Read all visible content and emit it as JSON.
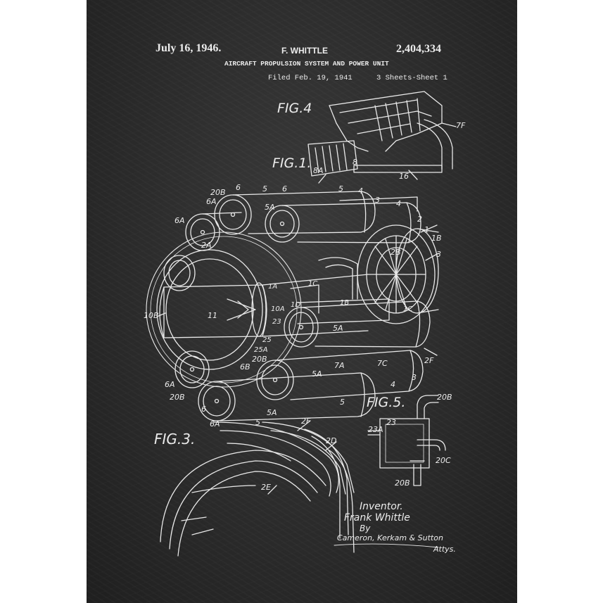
{
  "patent": {
    "date": "July 16, 1946.",
    "inventor_header": "F. WHITTLE",
    "number": "2,404,334",
    "title": "AIRCRAFT PROPULSION SYSTEM AND POWER UNIT",
    "filed": "Filed Feb. 19, 1941",
    "sheets": "3 Sheets-Sheet 1"
  },
  "figures": {
    "fig4": "FIG.4",
    "fig1": "FIG.1.",
    "fig3": "FIG.3.",
    "fig5": "FIG.5."
  },
  "reference_labels": {
    "fig4": [
      "7F",
      "8",
      "8A",
      "16"
    ],
    "fig1": [
      "20B",
      "6",
      "5",
      "6",
      "5",
      "4",
      "3",
      "4",
      "2",
      "1",
      "1B",
      "3",
      "6A",
      "6A",
      "2A",
      "5A",
      "2B",
      "10B",
      "1A",
      "1C",
      "1B",
      "1D",
      "10A",
      "1C",
      "11",
      "23",
      "25",
      "25A",
      "5A",
      "7A",
      "7C",
      "2F",
      "5A",
      "6B",
      "20B",
      "6A",
      "20B",
      "6",
      "6A",
      "5A",
      "5",
      "5",
      "4",
      "3"
    ],
    "fig3": [
      "2F",
      "2D",
      "2E"
    ],
    "fig5": [
      "20B",
      "23",
      "23A",
      "20C",
      "20B"
    ]
  },
  "signature": {
    "inventor_label": "Inventor.",
    "inventor_name": "Frank Whittle",
    "by": "By",
    "attorneys": "Cameron, Kerkam & Sutton",
    "attys": "Attys."
  },
  "colors": {
    "chalkboard": "#2b2b2b",
    "chalk": "#ececec",
    "page_margin": "#ffffff"
  }
}
